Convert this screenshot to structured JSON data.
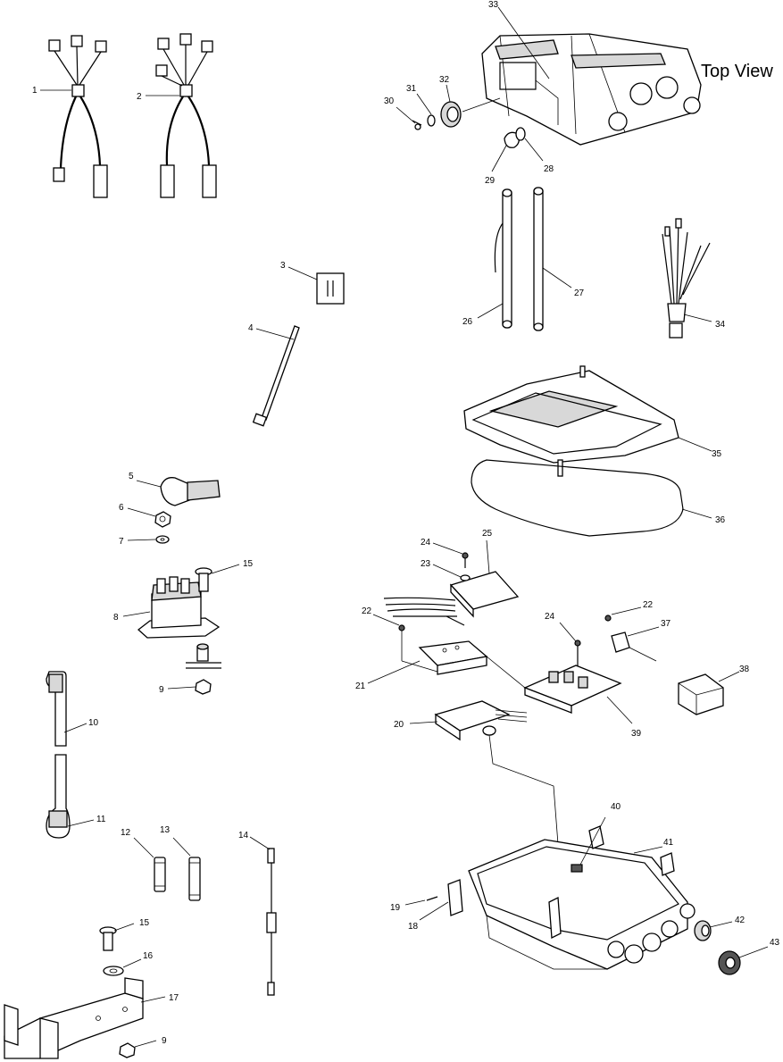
{
  "diagram": {
    "title": "Top View",
    "labels": [
      "1",
      "2",
      "3",
      "4",
      "5",
      "6",
      "7",
      "8",
      "9",
      "9",
      "10",
      "11",
      "12",
      "13",
      "14",
      "15",
      "15",
      "16",
      "17",
      "18",
      "19",
      "20",
      "21",
      "22",
      "22",
      "23",
      "24",
      "24",
      "25",
      "26",
      "27",
      "28",
      "29",
      "30",
      "31",
      "32",
      "33",
      "34",
      "35",
      "36",
      "37",
      "38",
      "39",
      "40",
      "41",
      "42",
      "43"
    ]
  }
}
